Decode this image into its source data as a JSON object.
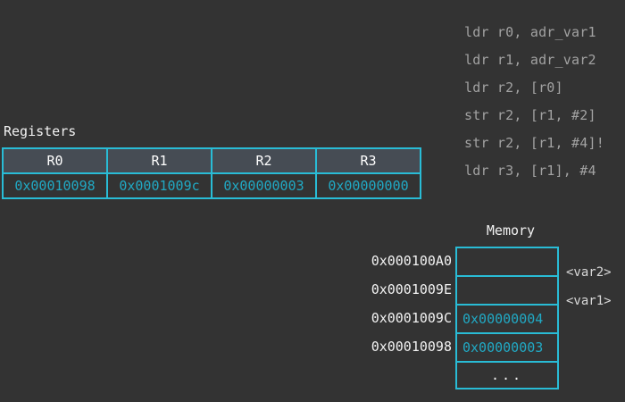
{
  "code_listing": {
    "lines": [
      "ldr r0, adr_var1",
      "ldr r1, adr_var2",
      "ldr r2, [r0]",
      "str r2, [r1, #2]",
      "str r2, [r1, #4]!",
      "ldr r3, [r1], #4"
    ]
  },
  "registers": {
    "title": "Registers",
    "headers": [
      "R0",
      "R1",
      "R2",
      "R3"
    ],
    "values": [
      "0x00010098",
      "0x0001009c",
      "0x00000003",
      "0x00000000"
    ]
  },
  "memory": {
    "title": "Memory",
    "rows": [
      {
        "address": "0x000100A0",
        "value": "",
        "tag": ""
      },
      {
        "address": "0x0001009E",
        "value": "",
        "tag": "<var2>"
      },
      {
        "address": "0x0001009C",
        "value": "0x00000004",
        "tag": "<var1>"
      },
      {
        "address": "0x00010098",
        "value": "0x00000003",
        "tag": ""
      },
      {
        "address": "",
        "value": "...",
        "tag": ""
      }
    ]
  },
  "colors": {
    "background": "#333333",
    "accent_border": "#29bcd6",
    "value_text": "#21a9c4",
    "label_text": "#f2f2f2",
    "code_text": "#a2a2a2",
    "header_cell": "#464c54"
  }
}
